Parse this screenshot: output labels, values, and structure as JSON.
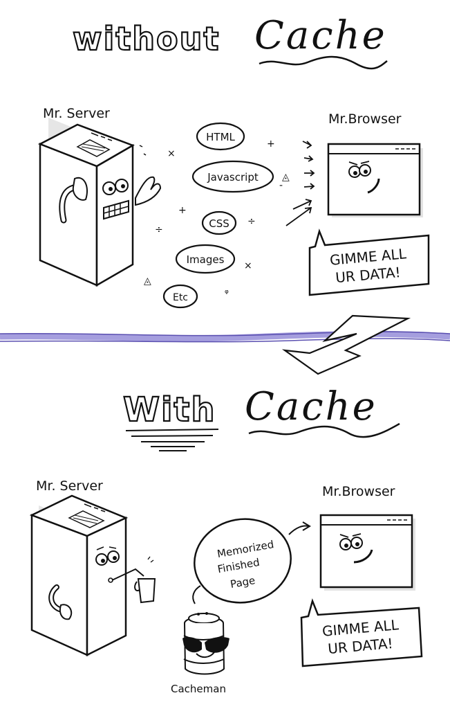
{
  "top_panel": {
    "title_word1": "without",
    "title_word2": "Cache",
    "server_label": "Mr. Server",
    "browser_label": "Mr.Browser",
    "assets": [
      "HTML",
      "Javascript",
      "CSS",
      "Images",
      "Etc"
    ],
    "speech": [
      "GIMME ALL",
      "UR DATA!"
    ]
  },
  "bottom_panel": {
    "title_word1": "With",
    "title_word2": "Cache",
    "server_label": "Mr. Server",
    "browser_label": "Mr.Browser",
    "bubble_lines": [
      "Memorized",
      "Finished",
      "Page"
    ],
    "cacheman_label": "Cacheman",
    "speech": [
      "GIMME ALL",
      "UR DATA!"
    ]
  },
  "colors": {
    "divider": "#8f86d6",
    "ink": "#111111",
    "shadow": "#d9d9d9"
  }
}
